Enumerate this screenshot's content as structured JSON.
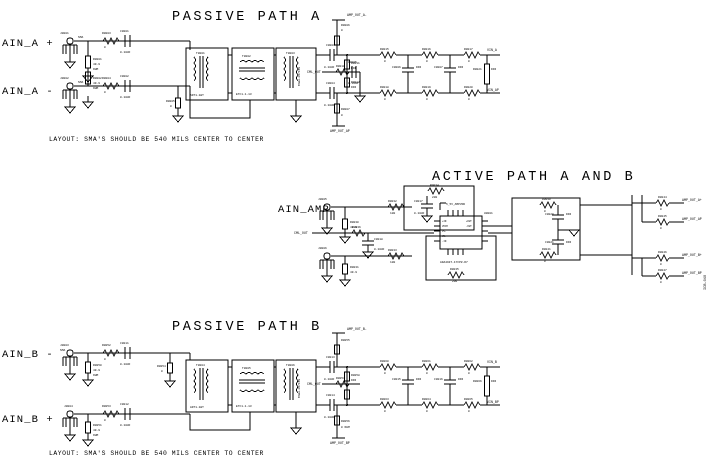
{
  "sheet": {
    "background": "#ffffff",
    "ink": "#000000",
    "edge_marker": "ICB-040"
  },
  "sections": [
    {
      "id": "passive-a",
      "title": "PASSIVE PATH A",
      "note": "LAYOUT: SMA'S SHOULD BE 540 MILS CENTER TO CENTER",
      "ports": [
        {
          "label": "AIN_A +",
          "ref": "J0001",
          "value": "SMA"
        },
        {
          "label": "AIN_A -",
          "ref": "J0002",
          "value": "SMA"
        }
      ],
      "outputs": [
        {
          "net": "VIN_A"
        },
        {
          "net": "VIN_AP"
        }
      ]
    },
    {
      "id": "active-ab",
      "title": "ACTIVE PATH A AND B",
      "ports": [
        {
          "label": "AIN_AMP",
          "ref": "J0005",
          "value": "SMA"
        },
        {
          "label": "",
          "ref": "J0006",
          "value": "SMA"
        }
      ],
      "device": {
        "ref": "U0001",
        "part": "ADA4937-1YCPZ-R7",
        "supply_net": "5_5V_AMPVDD",
        "pins_left": [
          "+IN",
          "VOCM",
          "VS-",
          "VS+",
          "-IN",
          "PD"
        ],
        "pins_right": [
          "+OUT",
          "-OUT",
          "NC",
          "NC",
          "NC",
          "NC"
        ]
      },
      "outputs": [
        {
          "net": "AMP_OUT_A+"
        },
        {
          "net": "AMP_OUT_AP"
        },
        {
          "net": "AMP_OUT_B+"
        },
        {
          "net": "AMP_OUT_BP"
        }
      ]
    },
    {
      "id": "passive-b",
      "title": "PASSIVE PATH B",
      "note": "LAYOUT: SMA'S SHOULD BE 540 MILS CENTER TO CENTER",
      "ports": [
        {
          "label": "AIN_B -",
          "ref": "J0003",
          "value": "SMA"
        },
        {
          "label": "AIN_B +",
          "ref": "J0004",
          "value": "SMA"
        }
      ],
      "outputs": [
        {
          "net": "VIN_B"
        },
        {
          "net": "VIN_BP"
        }
      ]
    }
  ],
  "passive_a": {
    "termination": [
      {
        "ref": "R0001",
        "value": "49.9",
        "unit": "OHM"
      },
      {
        "ref": "R0002",
        "value": "49.9",
        "unit": "OHM"
      }
    ],
    "series_in": [
      {
        "ref": "R0003",
        "value": "0"
      },
      {
        "ref": "R0004",
        "value": "0"
      }
    ],
    "dc_block": [
      {
        "ref": "C0001",
        "value": "0.10UF"
      },
      {
        "ref": "C0002",
        "value": "0.10UF"
      }
    ],
    "mid_shunt": {
      "ref": "R0005",
      "value": "0"
    },
    "transformers": [
      {
        "ref": "T0001",
        "part": "ADT1-1WT"
      },
      {
        "ref": "T0002",
        "part": "ETC1-1-13"
      },
      {
        "ref": "T0003",
        "part": "MABA-007159"
      }
    ],
    "out_caps": [
      {
        "ref": "C0003",
        "value": "0.10UF"
      },
      {
        "ref": "C0004",
        "value": "0.10UF"
      }
    ],
    "cm_network": [
      {
        "ref": "R0006",
        "value": "0",
        "net": "AMP_OUT_A-"
      },
      {
        "ref": "R0007",
        "value": "0",
        "net": "AMP_OUT_AP"
      },
      {
        "ref": "R0010",
        "value": "0",
        "net": "CML_OUT"
      },
      {
        "ref": "R0011",
        "value": "DNI"
      },
      {
        "ref": "R0012",
        "value": "DNI"
      },
      {
        "ref": "R0013",
        "value": "0  OHM"
      },
      {
        "ref": "R0014",
        "value": "0  OHM"
      },
      {
        "ref": "C0005",
        "value": "0.10UF"
      }
    ],
    "filter_series_top": [
      {
        "ref": "R0015",
        "value": "0"
      },
      {
        "ref": "R0016",
        "value": "0"
      },
      {
        "ref": "R0017",
        "value": "0"
      }
    ],
    "filter_series_bot": [
      {
        "ref": "R0018",
        "value": "0"
      },
      {
        "ref": "R0019",
        "value": "0"
      },
      {
        "ref": "R0020",
        "value": "0"
      }
    ],
    "filter_shunt": [
      {
        "ref": "C0006",
        "value": "DNI"
      },
      {
        "ref": "C0007",
        "value": "DNI"
      },
      {
        "ref": "R0021",
        "value": "DNI"
      }
    ]
  },
  "active": {
    "termination": [
      {
        "ref": "R0030",
        "value": "49.9"
      },
      {
        "ref": "R0031",
        "value": "49.9"
      }
    ],
    "series_in": [
      {
        "ref": "R0032",
        "value": "100"
      },
      {
        "ref": "R0033",
        "value": "100"
      }
    ],
    "feedback": [
      {
        "ref": "R0034",
        "value": "200"
      },
      {
        "ref": "R0035",
        "value": "200"
      }
    ],
    "cm_in": {
      "ref": "R0036",
      "value": "0",
      "net": "CML_OUT"
    },
    "caps": [
      {
        "ref": "C0017",
        "value": "0.10UF"
      },
      {
        "ref": "C0018",
        "value": "0.10UF"
      }
    ],
    "out_series": [
      {
        "ref": "R0040",
        "value": "0"
      },
      {
        "ref": "R0041",
        "value": "0"
      }
    ],
    "out_shunt": [
      {
        "ref": "C0020",
        "value": "DNI"
      },
      {
        "ref": "C0021",
        "value": "DNI"
      }
    ],
    "out_term": [
      {
        "ref": "R0044",
        "value": "0"
      },
      {
        "ref": "R0045",
        "value": "0"
      },
      {
        "ref": "R0046",
        "value": "0"
      },
      {
        "ref": "R0047",
        "value": "0"
      }
    ]
  },
  "passive_b": {
    "termination": [
      {
        "ref": "R0050",
        "value": "49.9",
        "unit": "OHM"
      },
      {
        "ref": "R0051",
        "value": "49.9",
        "unit": "OHM"
      }
    ],
    "series_in": [
      {
        "ref": "R0052",
        "value": "0"
      },
      {
        "ref": "R0053",
        "value": "0"
      }
    ],
    "dc_block": [
      {
        "ref": "C0011",
        "value": "0.10UF"
      },
      {
        "ref": "C0012",
        "value": "0.10UF"
      }
    ],
    "mid_shunt": {
      "ref": "R0054",
      "value": "0"
    },
    "transformers": [
      {
        "ref": "T0004",
        "part": "ADT1-1WT"
      },
      {
        "ref": "T0005",
        "part": "ETC1-1-13"
      },
      {
        "ref": "T0006",
        "part": "MABA-007159"
      }
    ],
    "out_caps": [
      {
        "ref": "C0013",
        "value": "0.10UF"
      },
      {
        "ref": "C0014",
        "value": "0.10UF"
      }
    ],
    "cm_network": [
      {
        "ref": "R0055",
        "value": "0",
        "net": "AMP_OUT_B-"
      },
      {
        "ref": "R0056",
        "value": "0",
        "net": "AMP_OUT_BP"
      },
      {
        "ref": "R0057",
        "value": "0",
        "net": "CML_OUT"
      },
      {
        "ref": "R0058",
        "value": "DNI"
      },
      {
        "ref": "R0059",
        "value": "0  OHM"
      }
    ],
    "filter_series_top": [
      {
        "ref": "R0060",
        "value": "0"
      },
      {
        "ref": "R0061",
        "value": "0"
      },
      {
        "ref": "R0062",
        "value": "0"
      }
    ],
    "filter_series_bot": [
      {
        "ref": "R0063",
        "value": "0"
      },
      {
        "ref": "R0064",
        "value": "0"
      },
      {
        "ref": "R0065",
        "value": "0"
      }
    ],
    "filter_shunt": [
      {
        "ref": "C0015",
        "value": "DNI"
      },
      {
        "ref": "C0016",
        "value": "DNI"
      },
      {
        "ref": "R0066",
        "value": "DNI"
      }
    ]
  }
}
